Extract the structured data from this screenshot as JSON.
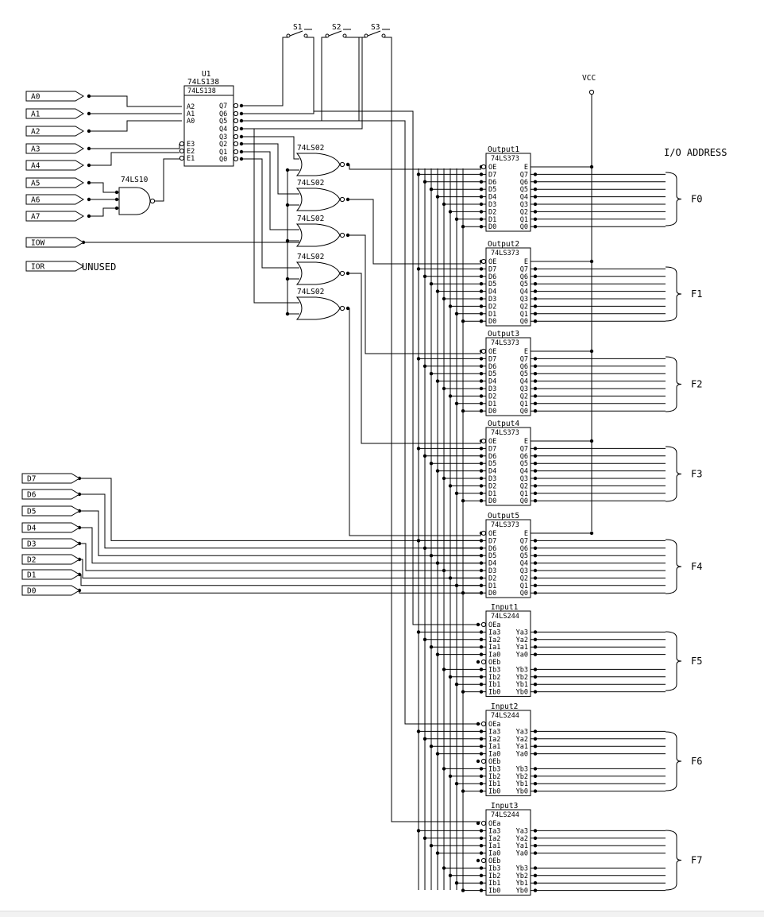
{
  "title": "I/O ADDRESS",
  "vcc": "VCC",
  "unused": "UNUSED",
  "switches": [
    "S1",
    "S2",
    "S3"
  ],
  "addr_inputs": [
    "A0",
    "A1",
    "A2",
    "A3",
    "A4",
    "A5",
    "A6",
    "A7"
  ],
  "ctrl_inputs": [
    "IOW",
    "IOR"
  ],
  "data_inputs": [
    "D7",
    "D6",
    "D5",
    "D4",
    "D3",
    "D2",
    "D1",
    "D0"
  ],
  "decoder": {
    "ref": "U1",
    "part": "74LS138",
    "inputs": [
      "A2",
      "A1",
      "A0",
      "E3",
      "E2",
      "E1"
    ],
    "outputs": [
      "Q7",
      "Q6",
      "Q5",
      "Q4",
      "Q3",
      "Q2",
      "Q1",
      "Q0"
    ]
  },
  "nand_part": "74LS10",
  "nor_part": "74LS02",
  "latch": {
    "part": "74LS373",
    "names": [
      "Output1",
      "Output2",
      "Output3",
      "Output4",
      "Output5"
    ],
    "left": [
      "OE",
      "D7",
      "D6",
      "D5",
      "D4",
      "D3",
      "D2",
      "D1",
      "D0"
    ],
    "right": [
      "E",
      "Q7",
      "Q6",
      "Q5",
      "Q4",
      "Q3",
      "Q2",
      "Q1",
      "Q0"
    ]
  },
  "buffer": {
    "part": "74LS244",
    "names": [
      "Input1",
      "Input2",
      "Input3"
    ],
    "left": [
      "OEa",
      "Ia3",
      "Ia2",
      "Ia1",
      "Ia0",
      "OEb",
      "Ib3",
      "Ib2",
      "Ib1",
      "Ib0"
    ],
    "right": [
      "",
      "Ya3",
      "Ya2",
      "Ya1",
      "Ya0",
      "",
      "Yb3",
      "Yb2",
      "Yb1",
      "Yb0"
    ]
  },
  "groups": [
    "F0",
    "F1",
    "F2",
    "F3",
    "F4",
    "F5",
    "F6",
    "F7"
  ]
}
